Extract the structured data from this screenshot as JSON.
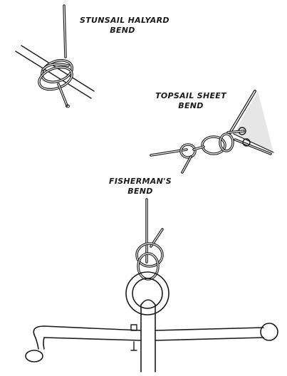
{
  "knots": [
    {
      "name": "stunsail-halyard-bend",
      "line1": "STUNSAIL HALYARD",
      "line2": "BEND"
    },
    {
      "name": "topsail-sheet-bend",
      "line1": "TOPSAIL SHEET",
      "line2": "BEND"
    },
    {
      "name": "fishermans-bend",
      "line1": "FISHERMAN'S",
      "line2": "BEND"
    }
  ],
  "colors": {
    "ink": "#1a1a1a",
    "sail": "#e6e6e6",
    "paper": "#ffffff"
  }
}
